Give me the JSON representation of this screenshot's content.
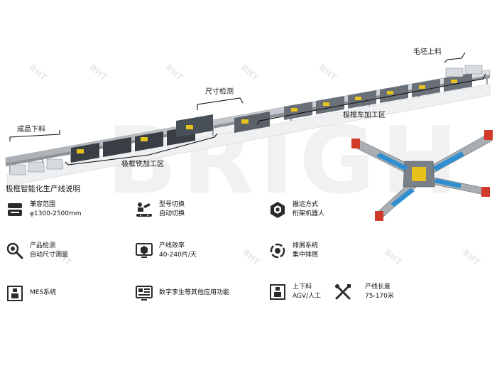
{
  "watermark": {
    "brand": "BRIGH",
    "small": "BHT"
  },
  "labels": {
    "raw_loading": "毛坯上料",
    "dimension_check": "尺寸检测",
    "finished_unloading": "成品下料",
    "lathe_area": "极框车加工区",
    "milling_area": "极框铣加工区"
  },
  "line_title": "极框智能化生产线说明",
  "features": [
    {
      "icon": "tray-icon",
      "title": "兼容范围",
      "value": "φ1300-2500mm"
    },
    {
      "icon": "robot-switch-icon",
      "title": "型号切换",
      "value": "自动切换"
    },
    {
      "icon": "gantry-robot-icon",
      "title": "搬运方式",
      "value": "桁架机器人"
    },
    {
      "icon": "magnifier-icon",
      "title": "产品检测",
      "value": "自动尺寸测量"
    },
    {
      "icon": "monitor-box-icon",
      "title": "产线效率",
      "value": "40-240片/天"
    },
    {
      "icon": "chip-cycle-icon",
      "title": "排屑系统",
      "value": "集中排屑"
    },
    {
      "icon": "mes-station-icon",
      "title": "MES系统",
      "value": ""
    },
    {
      "icon": "digital-twin-icon",
      "title": "数字孪生等其他应用功能",
      "value": ""
    },
    {
      "icon": "agv-station-icon",
      "title": "上下料",
      "value": "AGV/人工"
    },
    {
      "icon": "tools-icon",
      "title": "产线长度",
      "value": "75-170米"
    }
  ],
  "colors": {
    "frame": "#b9bdc2",
    "machine": "#3a3f45",
    "accent_yellow": "#e6c21a",
    "part_blue": "#2f8fd0",
    "part_red": "#d23a2a",
    "icon": "#2b2b2b"
  }
}
